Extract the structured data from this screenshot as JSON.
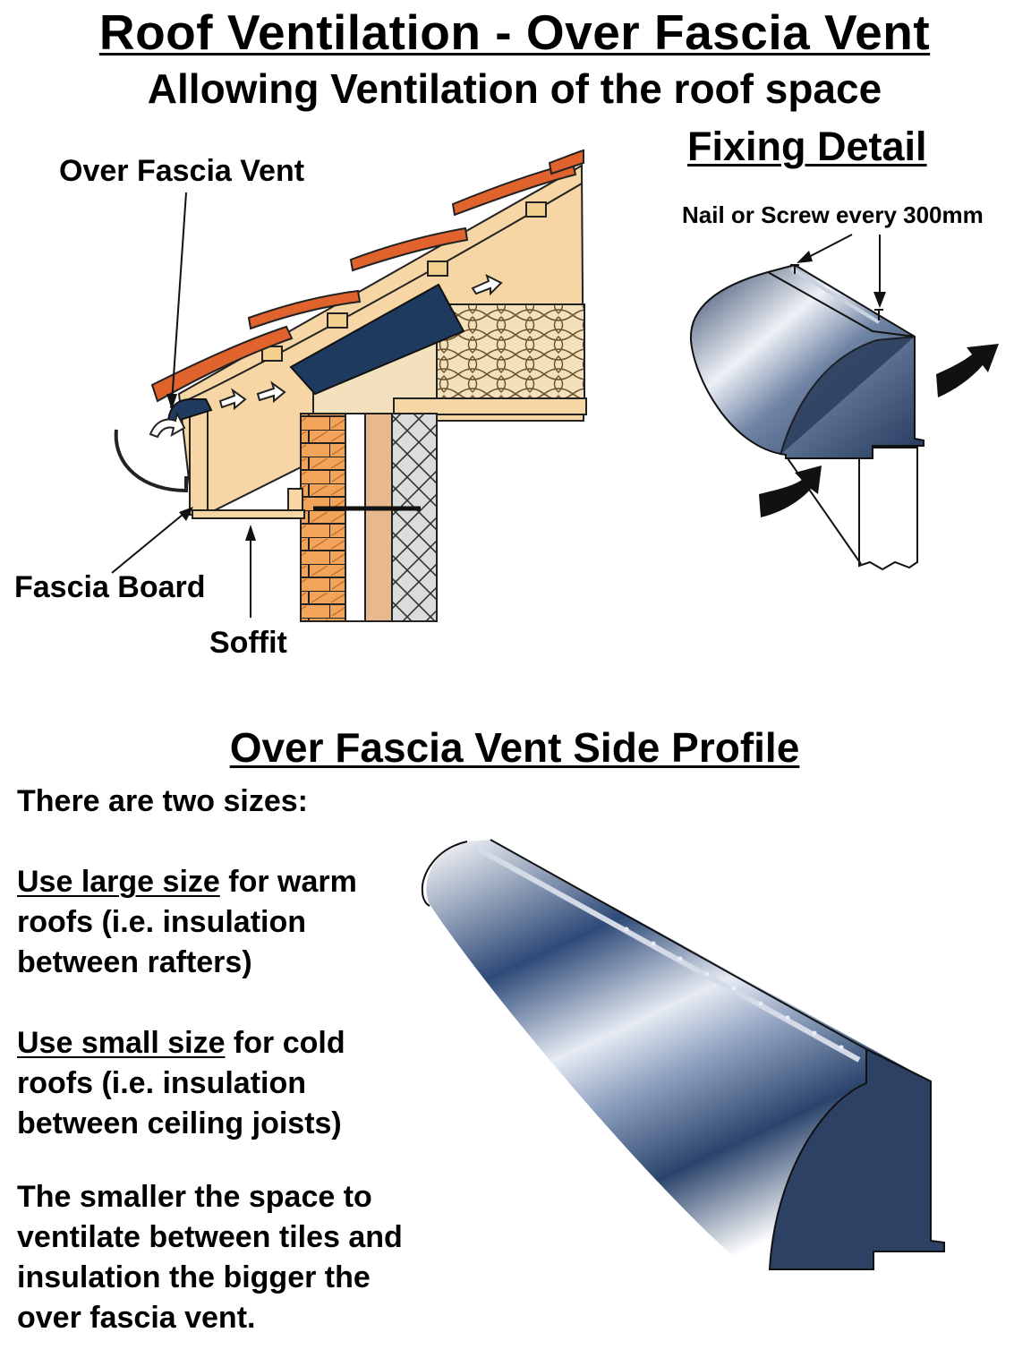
{
  "title": "Roof Ventilation - Over Fascia Vent",
  "subtitle": "Allowing Ventilation of the roof space",
  "fixing_detail": {
    "heading": "Fixing Detail",
    "nail_label": "Nail or Screw every 300mm"
  },
  "section_labels": {
    "over_fascia_vent": "Over Fascia Vent",
    "fascia_board": "Fascia Board",
    "soffit": "Soffit"
  },
  "side_profile": {
    "heading": "Over Fascia Vent Side Profile",
    "intro": "There are two sizes:",
    "large_lead": "Use large size",
    "large_rest_1": " for warm",
    "large_line_2": "roofs (i.e. insulation",
    "large_line_3": "between rafters)",
    "small_lead": "Use small size",
    "small_rest_1": " for cold",
    "small_line_2": "roofs (i.e. insulation",
    "small_line_3": "between ceiling joists)",
    "note_1": "The smaller the space to",
    "note_2": "ventilate between tiles and",
    "note_3": "insulation the bigger the",
    "note_4": "over fascia vent."
  },
  "colors": {
    "tile": "#e0622c",
    "timber": "#f6d6a4",
    "brick": "#f2a55a",
    "vent": "#1f3a5f",
    "insulation": "#f3e1bd"
  },
  "icons": [
    "airflow-arrow-icon",
    "nail-icon"
  ]
}
